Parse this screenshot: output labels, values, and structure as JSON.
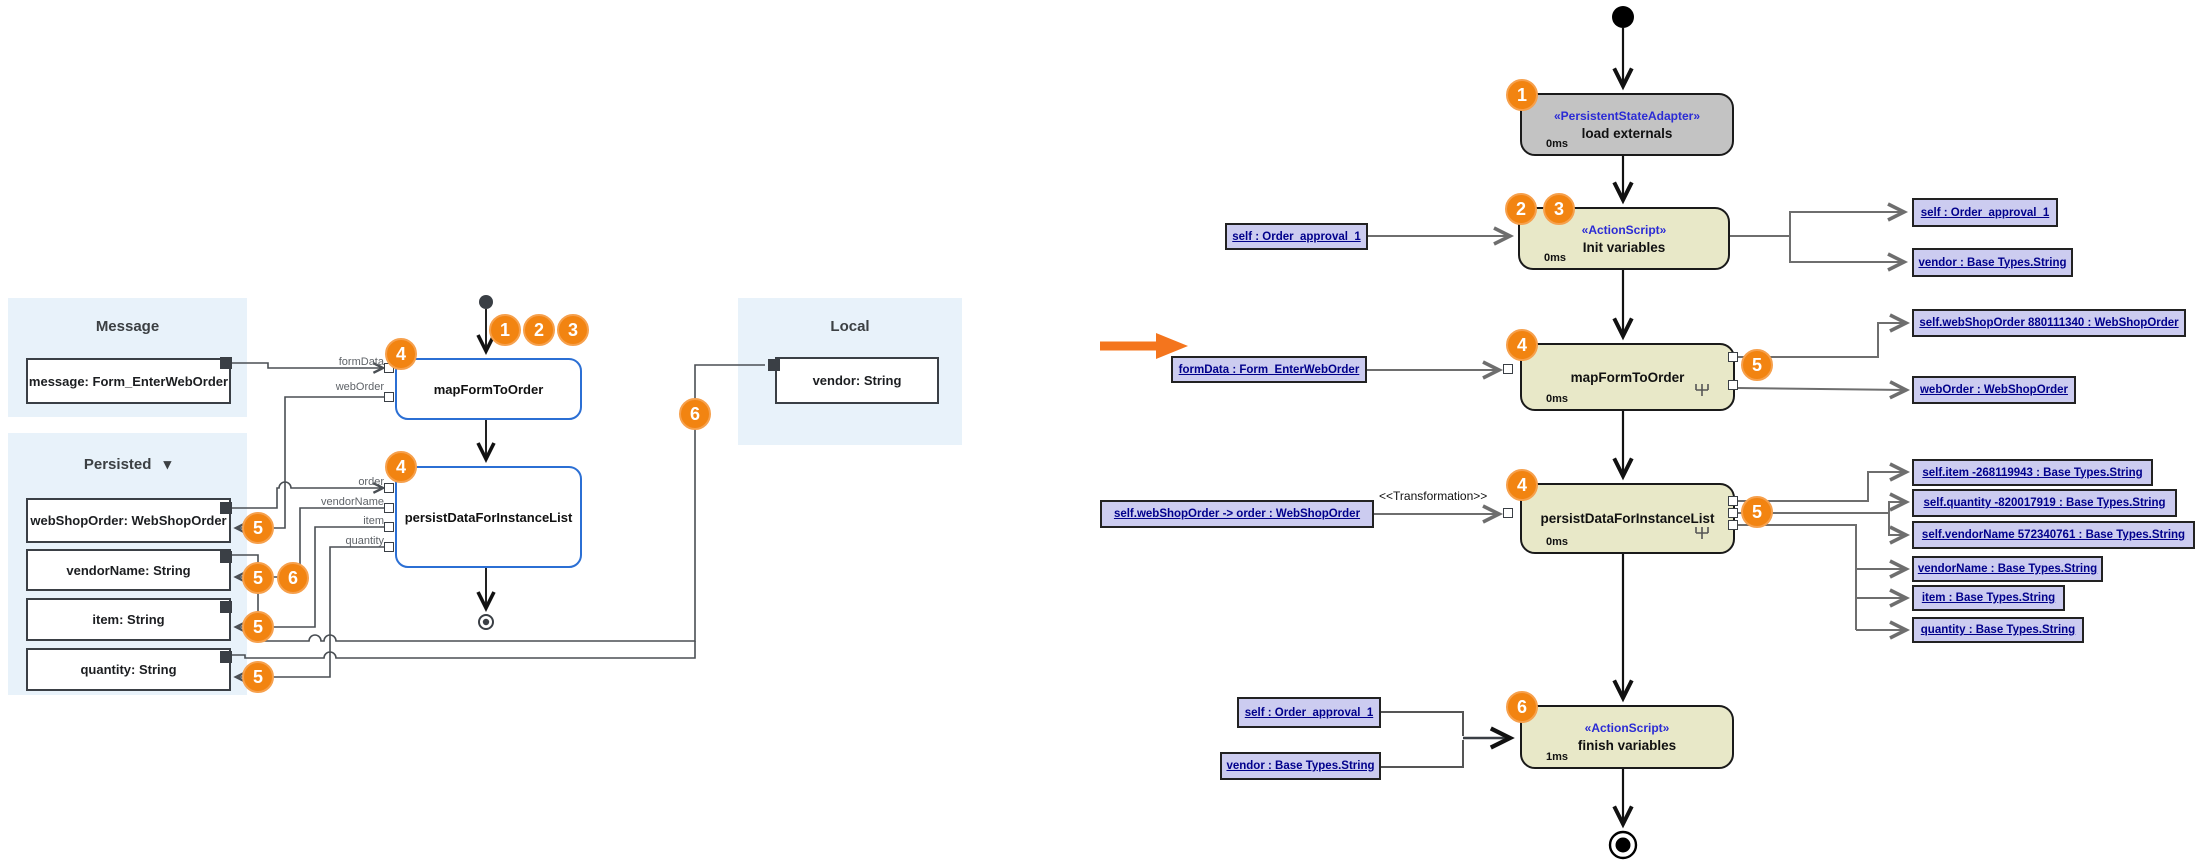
{
  "left": {
    "message_panel": {
      "title": "Message",
      "field": "message: Form_EnterWebOrder"
    },
    "persisted_panel": {
      "title": "Persisted",
      "collapse_icon": "▾",
      "fields": [
        "webShopOrder: WebShopOrder",
        "vendorName: String",
        "item: String",
        "quantity: String"
      ]
    },
    "local_panel": {
      "title": "Local",
      "field": "vendor: String"
    },
    "map_function": {
      "name": "mapFormToOrder",
      "ports": [
        "formData",
        "webOrder"
      ]
    },
    "persist_function": {
      "name": "persistDataForInstanceList",
      "ports": [
        "order",
        "vendorName",
        "item",
        "quantity"
      ]
    }
  },
  "right": {
    "states": {
      "load": {
        "stereotype": "«PersistentStateAdapter»",
        "name": "load externals",
        "time": "0ms"
      },
      "init": {
        "stereotype": "«ActionScript»",
        "name": "Init variables",
        "time": "0ms"
      },
      "map": {
        "name": "mapFormToOrder",
        "time": "0ms"
      },
      "persist": {
        "name": "persistDataForInstanceList",
        "time": "0ms"
      },
      "finish": {
        "stereotype": "«ActionScript»",
        "name": "finish variables",
        "time": "1ms"
      }
    },
    "labels": {
      "init_in": "self : Order_approval_1",
      "init_out_self": "self : Order_approval_1",
      "init_out_vendor": "vendor : Base Types.String",
      "map_in": "formData : Form_EnterWebOrder",
      "map_out_webshoporder": "self.webShopOrder 880111340 : WebShopOrder",
      "map_out_weborder": "webOrder : WebShopOrder",
      "persist_in": "self.webShopOrder -> order : WebShopOrder",
      "transformation": "<<Transformation>>",
      "persist_out_item": "self.item -268119943 : Base Types.String",
      "persist_out_quantity": "self.quantity -820017919 : Base Types.String",
      "persist_out_vendorname": "self.vendorName 572340761 : Base Types.String",
      "persist_out_vendorname2": "vendorName : Base Types.String",
      "persist_out_item2": "item : Base Types.String",
      "persist_out_quantity2": "quantity : Base Types.String",
      "finish_in_self": "self : Order_approval_1",
      "finish_in_vendor": "vendor : Base Types.String"
    }
  },
  "badges": {
    "left": [
      "1",
      "2",
      "3",
      "4",
      "4",
      "5",
      "5",
      "6",
      "5",
      "5",
      "6"
    ],
    "right": [
      "1",
      "2",
      "3",
      "4",
      "5",
      "4",
      "5",
      "6"
    ]
  },
  "icons": {
    "rake": "decomposition-rake",
    "collapse": "▾"
  },
  "colors": {
    "accent_orange": "#F28411",
    "panel_blue": "#E8F2FA",
    "state_khaki": "#E8E8C8",
    "state_gray": "#C3C3C3",
    "label_lavender": "#CCCCF0",
    "function_blue": "#2B6FD4",
    "navy_text": "#00008B",
    "stereotype_blue": "#2B2BD5"
  }
}
